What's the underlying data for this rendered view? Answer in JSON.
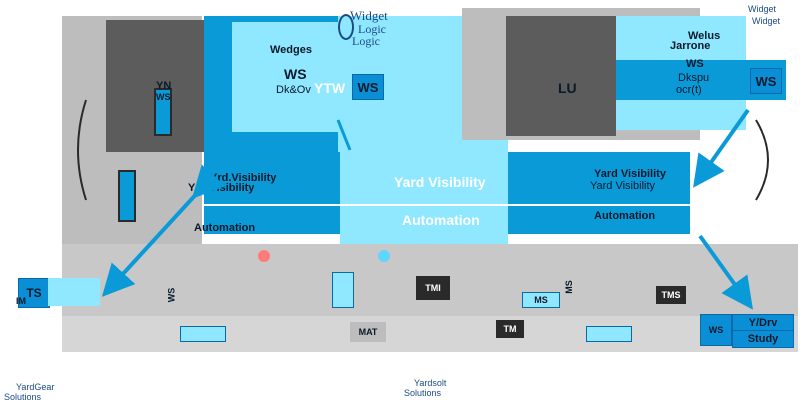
{
  "brand": {
    "logo_text_line1": "Widget",
    "logo_text_line2": "Logic",
    "logo_text_line3": "Logic",
    "footer_left_line1": "YardGear",
    "footer_left_line2": "Solutions",
    "footer_center_line1": "Yardsolt",
    "footer_center_line2": "Solutions"
  },
  "zones": {
    "left_block_label": "YN",
    "left_block_badge": "WS",
    "center_left_title": "Wedges",
    "center_left_code": "WS",
    "center_left_sub": "Dk&Ov",
    "center_left_tag": "YTW",
    "center_left_tag2": "WS",
    "right_block_label": "LU",
    "right_block_title": "Welus",
    "right_block_sub": "Jarrone",
    "right_block_code": "WS",
    "right_block_desc": "Dkspu",
    "right_block_desc2": "ocr(t)",
    "right_block_tag": "WS",
    "top_right_brand1": "Widget",
    "top_right_brand2": "Widget"
  },
  "bands": {
    "visibility_left": "Yrd.Visibility",
    "visibility_left_sub": "Yrd.Visibility",
    "visibility_right": "Yard Visibility",
    "visibility_right_sub": "Yard Visibility",
    "center_band": "Yard Visibility",
    "automation_left": "Automation",
    "automation_center": "Automation",
    "automation_right": "Automation"
  },
  "ground": {
    "tag_ts": "TS",
    "tag_tm": "TM",
    "tag_tmi": "TMI",
    "tag_ms": "MS",
    "tag_tms": "TMS",
    "tag_ws": "WS",
    "tag_yard": "Y/Drv",
    "tag_yard2": "Study",
    "tag_mat": "MAT",
    "left_edge_label": "IM",
    "center_vertical": "WS",
    "center_vertical2": "MS"
  },
  "colors": {
    "light_blue": "#8fe8ff",
    "mid_blue": "#0a9ad8",
    "dark_gray": "#555555",
    "light_gray": "#c8c8c8",
    "red_dot": "#ff7a7a"
  }
}
